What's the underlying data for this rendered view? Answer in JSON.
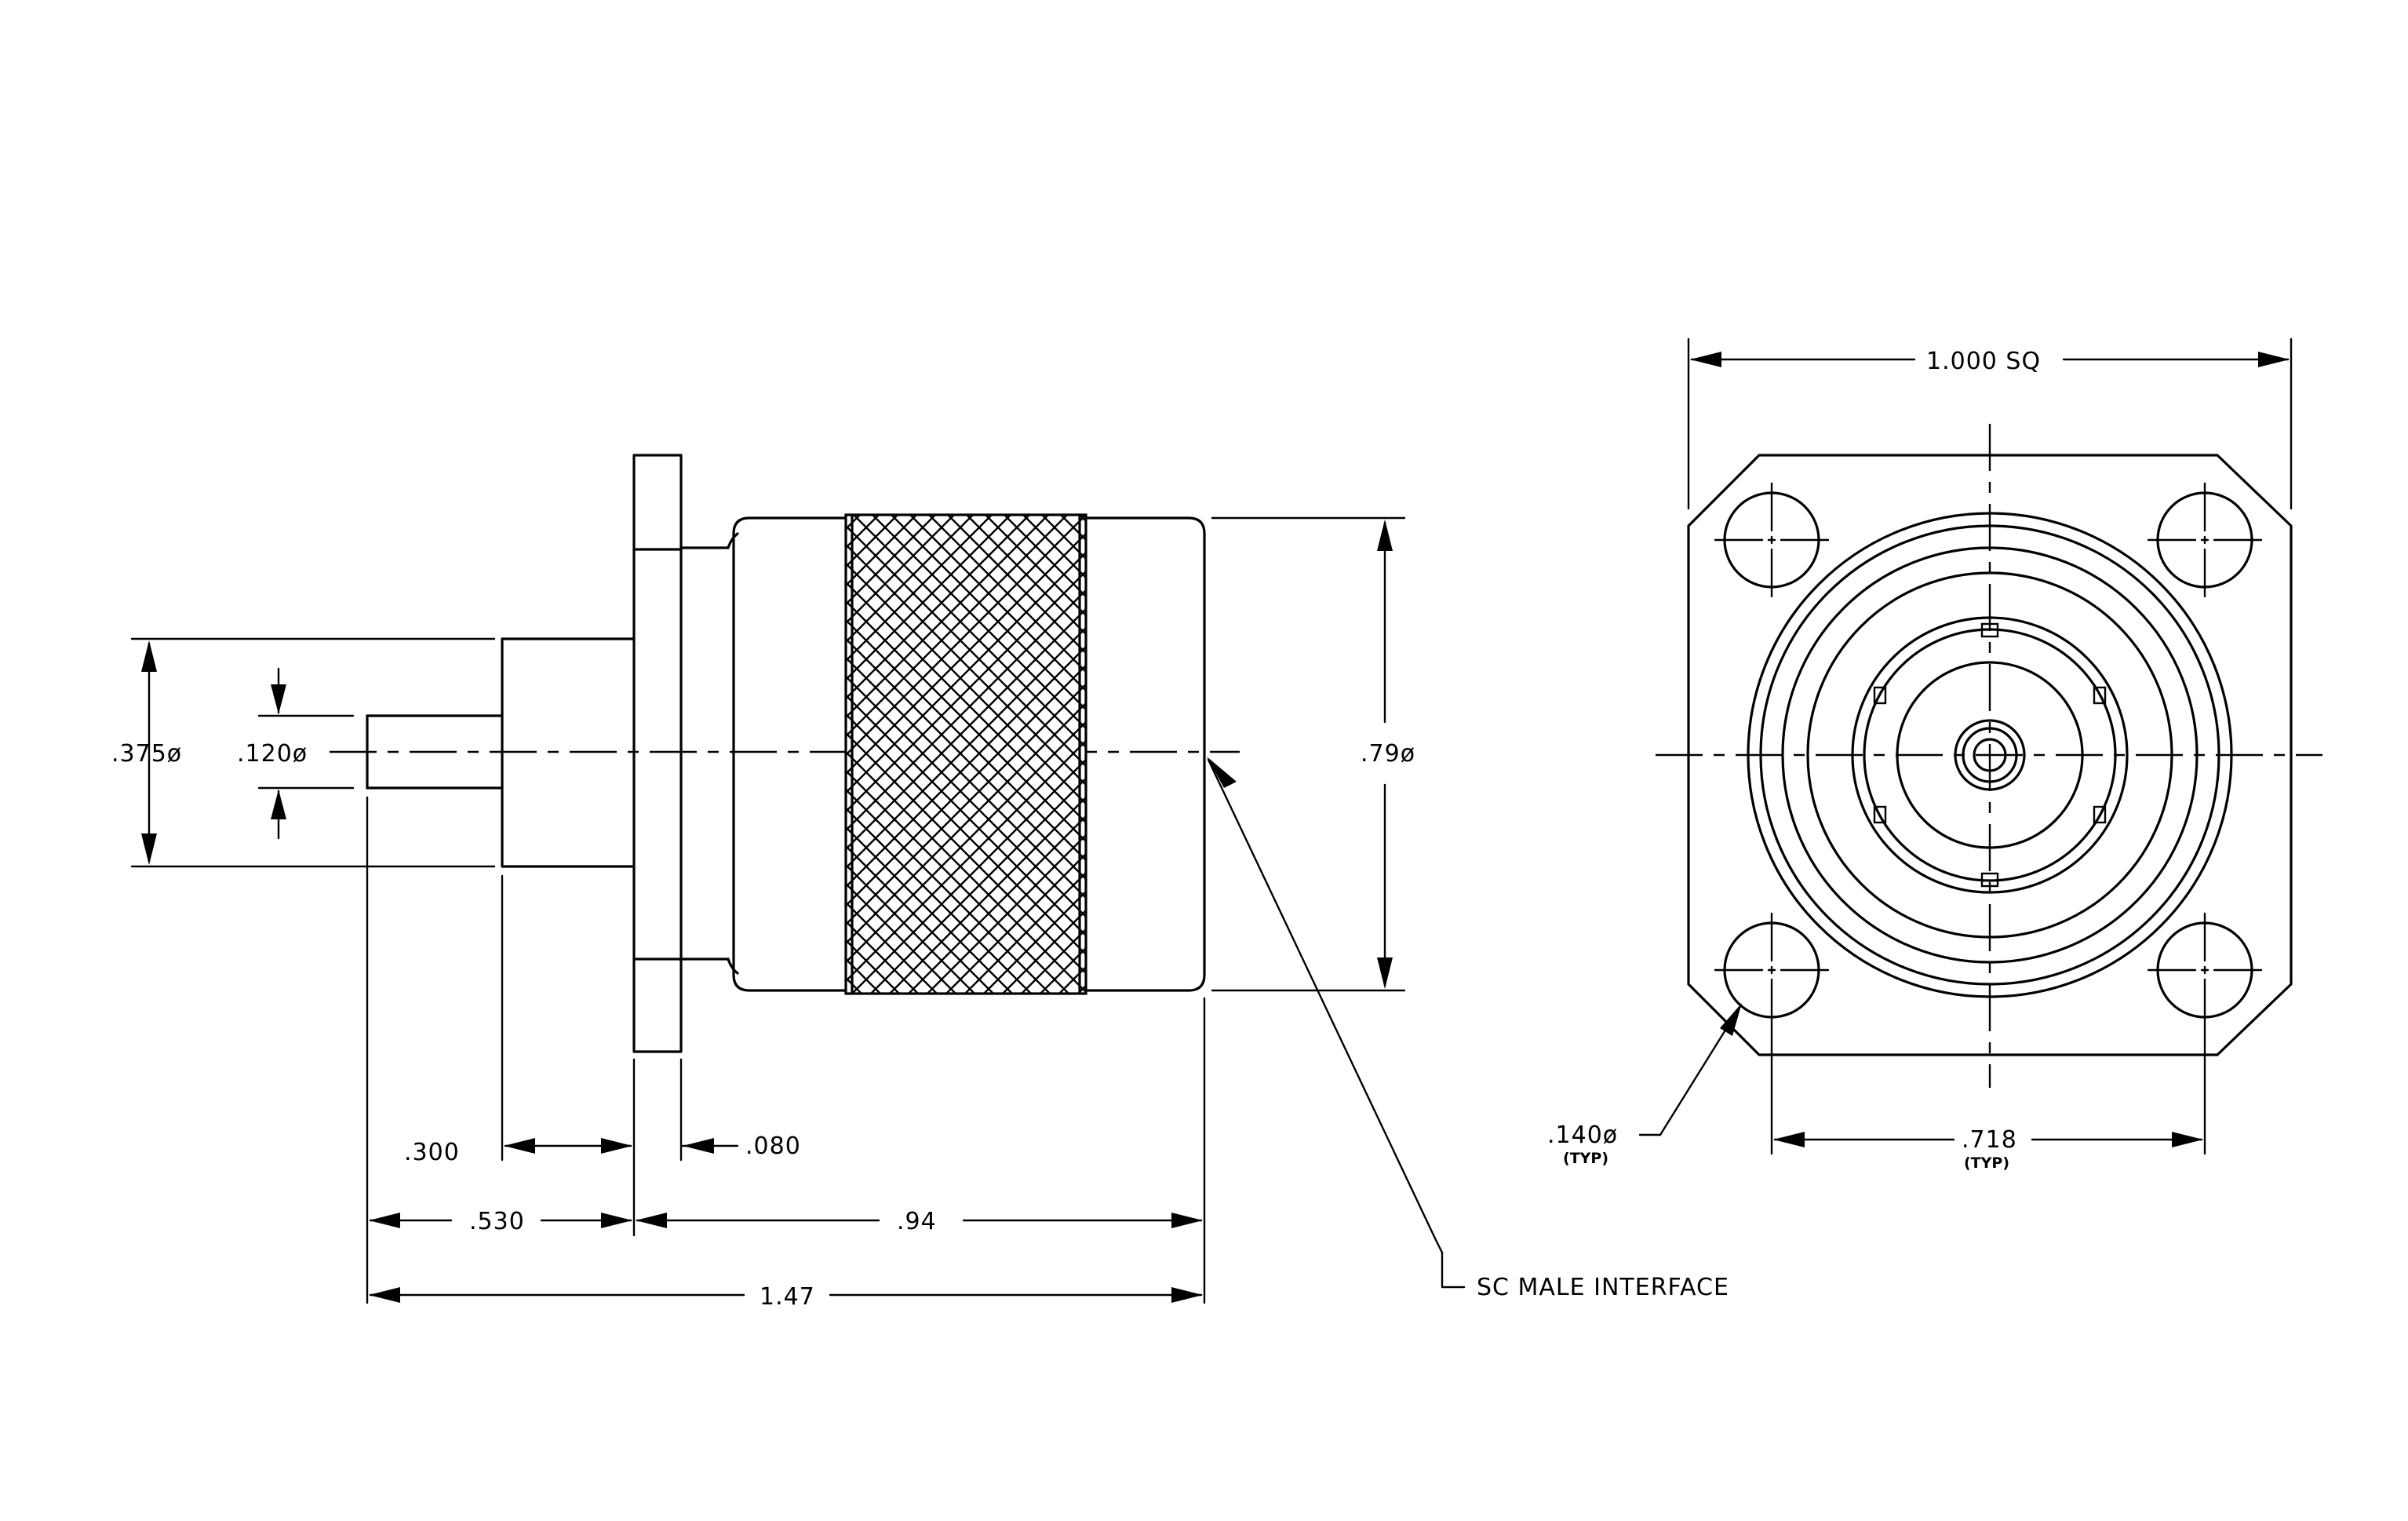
{
  "side_view": {
    "dims": {
      "dia_0375": ".375ø",
      "dia_0120": ".120ø",
      "dia_079": ".79ø",
      "len_0300": ".300",
      "len_0080": ".080",
      "len_0530": ".530",
      "len_094": ".94",
      "len_147": "1.47"
    },
    "callout": "SC MALE INTERFACE"
  },
  "front_view": {
    "dims": {
      "width_sq": "1.000 SQ",
      "hole_dia": ".140ø",
      "hole_dia_note": "(TYP)",
      "hole_spacing": ".718",
      "hole_spacing_note": "(TYP)"
    }
  }
}
